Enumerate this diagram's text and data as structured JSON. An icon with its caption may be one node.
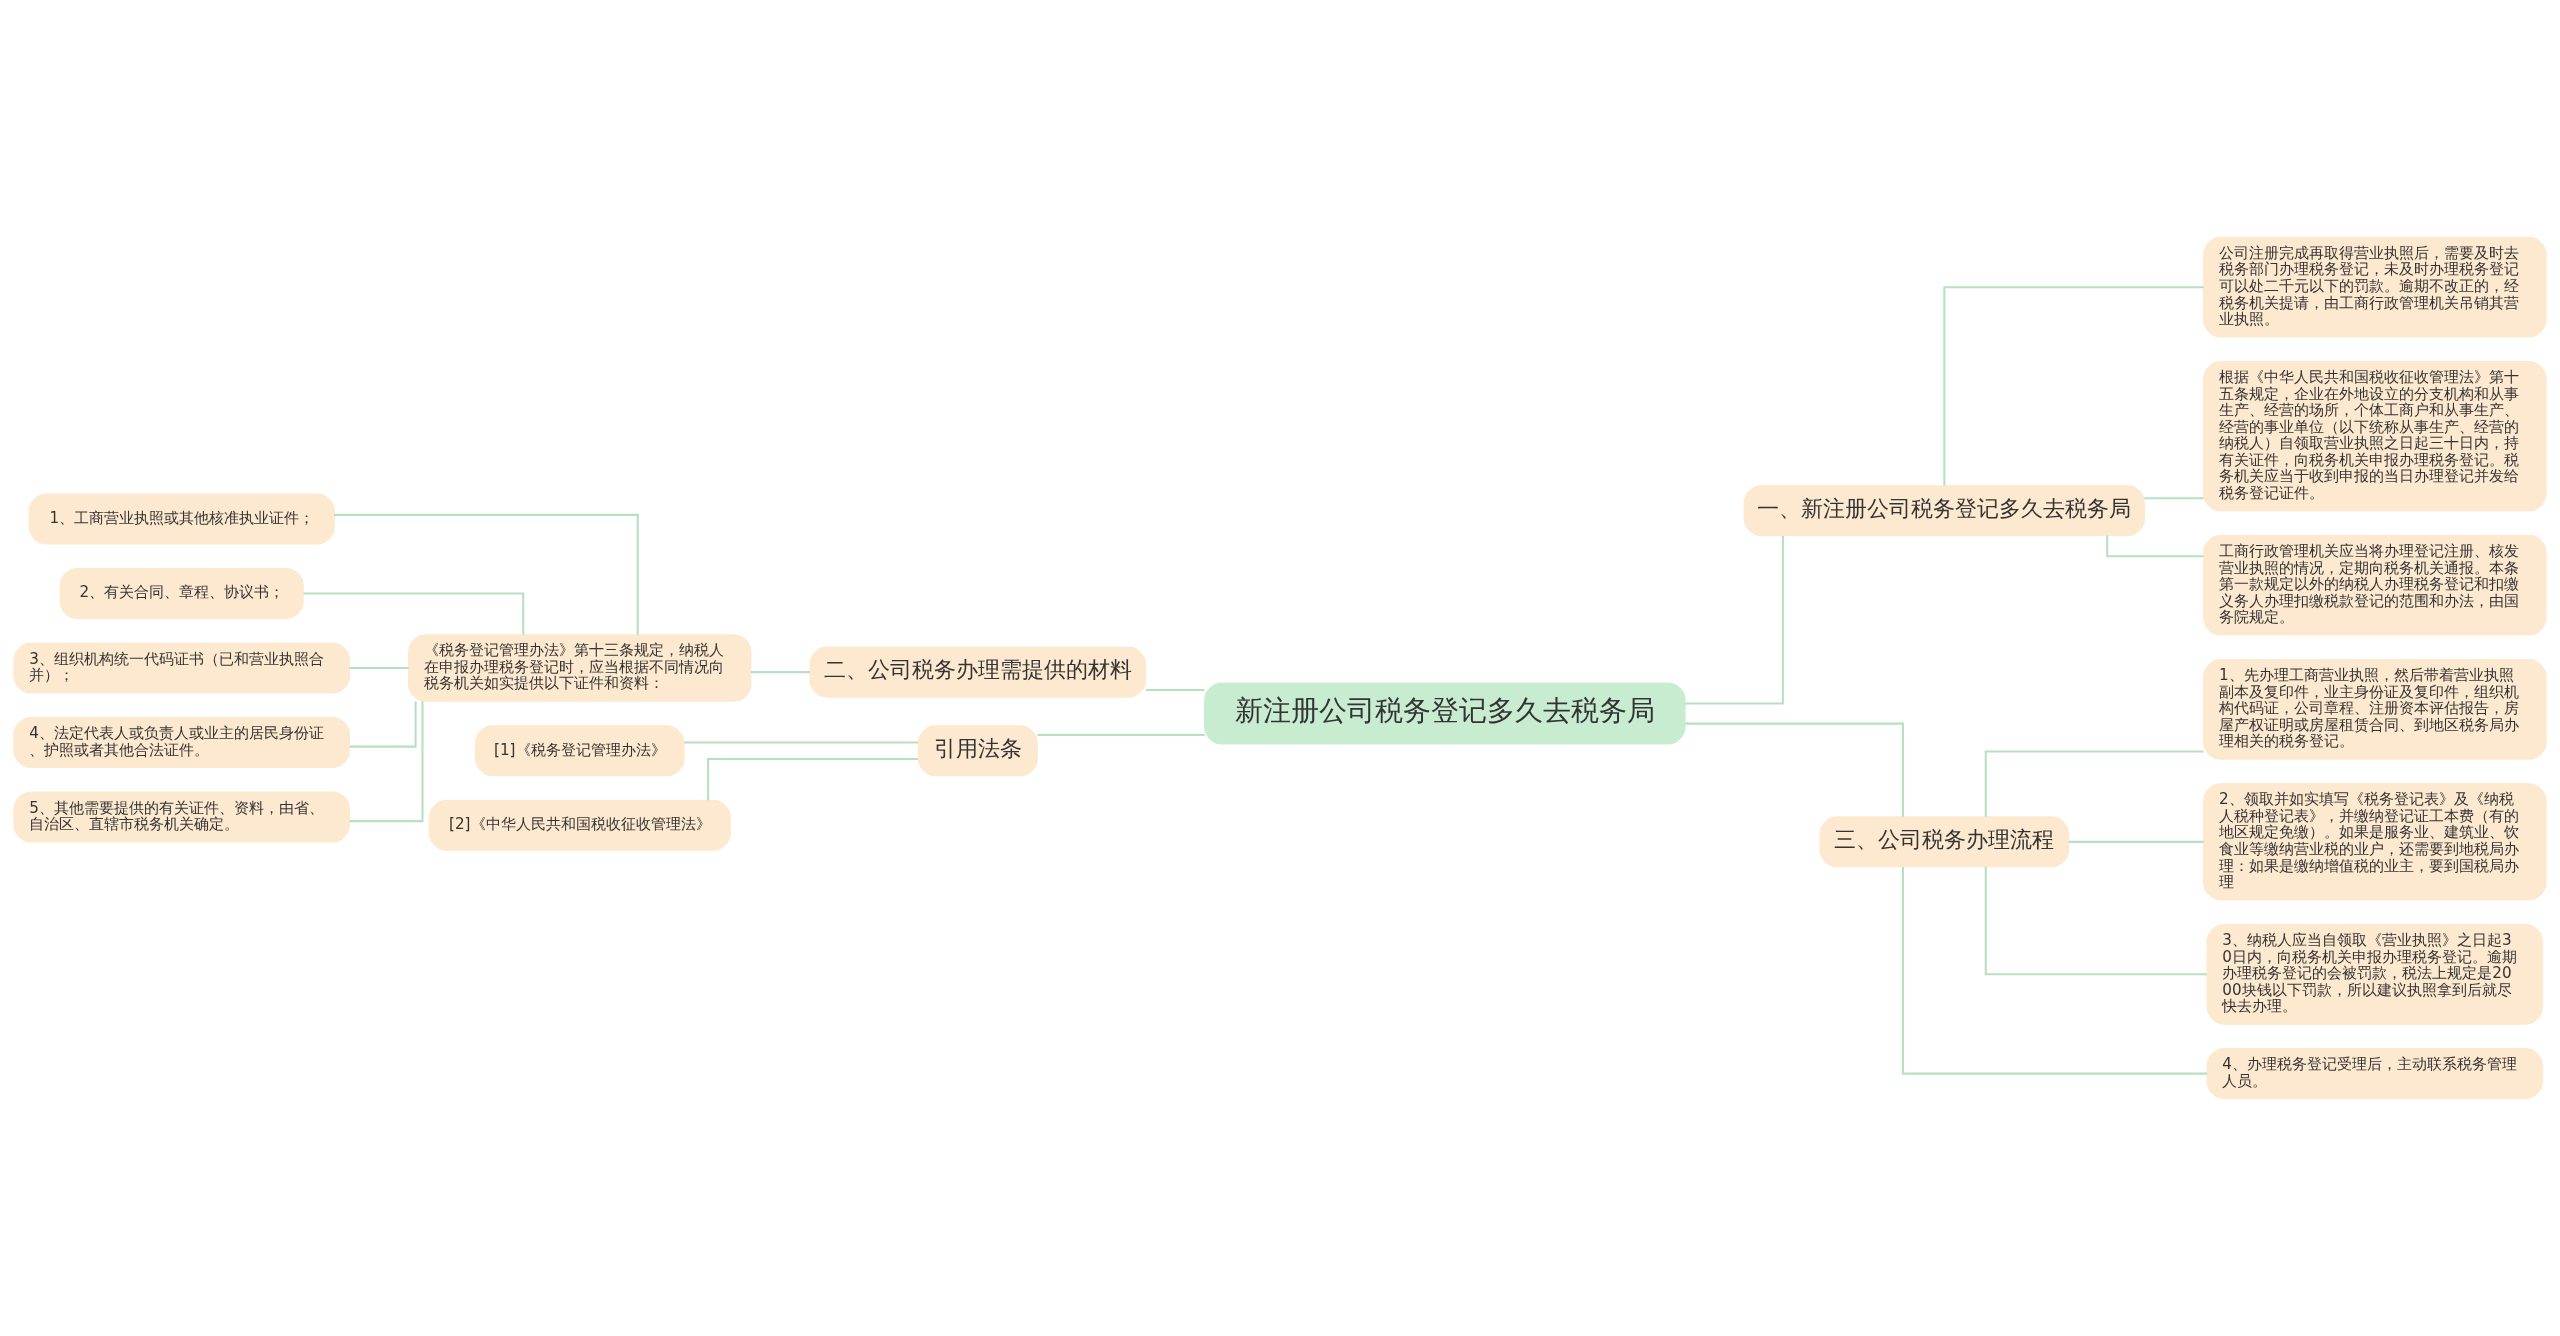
{
  "diagram": {
    "nodes": [
      {
        "text": [
          "新注册公司税务登记多久去税务局"
        ]
      },
      {
        "text": [
          "一、新注册公司税务登记多久去税务局"
        ]
      },
      {
        "text": [
          "公司注册完成再取得营业执照后，需要及时去税务部门办理税务登记，未及时办理税务登记可以处二千元以下的罚款。逾期不改正的，经税务机关提请，由工商行政管理机关吊销其营业执照。"
        ]
      },
      {
        "text": [
          "根据《中华人民共和国税收征收管理法》第十五条规定，企业在外地设立的分支机构和从事生产、经营的场所，个体工商户和从事生产、经营的事业单位（以下统称从事生产、经营的纳税人）自领取营业执照之日起三十日内，持有关证件，向税务机关申报办理税务登记。税务机关应当于收到申报的当日办理登记并发给税务登记证件。"
        ]
      },
      {
        "text": [
          "工商行政管理机关应当将办理登记注册、核发营业执照的情况，定期向税务机关通报。本条第一款规定以外的纳税人办理税务登记和扣缴义务人办理扣缴税款登记的范围和办法，由国务院规定。"
        ]
      },
      {
        "text": [
          "三、公司税务办理流程"
        ]
      },
      {
        "text": [
          "1、先办理工商营业执照，然后带着营业执照副本及复印件，业主身份证及复印件，组织机构代码证，公司章程、注册资本评估报告，房屋产权证明或房屋租赁合同、到地区税务局办理相关的税务登记。"
        ]
      },
      {
        "text": [
          "2、领取并如实填写《税务登记表》及《纳税人税种登记表》，并缴纳登记证工本费（有的地区规定免缴）。如果是服务业、建筑业、饮食业等缴纳营业税的业户，还需要到地税局办理：如果是缴纳增值税的业主，要到国税局办理"
        ]
      },
      {
        "text": [
          "3、纳税人应当自领取《营业执照》之日起30日内，向税务机关申报办理税务登记。逾期办理税务登记的会被罚款，税法上规定是2000块钱以下罚款，所以建议执照拿到后就尽快去办理。"
        ]
      },
      {
        "text": [
          "4、办理税务登记受理后，主动联系税务管理人员。"
        ]
      },
      {
        "text": [
          "二、公司税务办理需提供的材料"
        ]
      },
      {
        "text": [
          "《税务登记管理办法》第十三条规定，纳税人在申报办理税务登记时，应当根据不同情况向税务机关如实提供以下证件和资料："
        ]
      },
      {
        "text": [
          "1、工商营业执照或其他核准执业证件；"
        ]
      },
      {
        "text": [
          "2、有关合同、章程、协议书；"
        ]
      },
      {
        "text": [
          "3、组织机构统一代码证书（已和营业执照合并）；"
        ]
      },
      {
        "text": [
          "4、法定代表人或负责人或业主的居民身份证、护照或者其他合法证件。"
        ]
      },
      {
        "text": [
          "5、其他需要提供的有关证件、资料，由省、自治区、直辖市税务机关确定。"
        ]
      },
      {
        "text": [
          "引用法条"
        ]
      },
      {
        "text": [
          "[1]《税务登记管理办法》"
        ]
      },
      {
        "text": [
          "[2]《中华人民共和国税收征收管理法》"
        ]
      }
    ],
    "edges": [
      {
        "from": 0,
        "to": 1,
        "arrow": "none"
      },
      {
        "from": 1,
        "to": 2,
        "arrow": "none"
      },
      {
        "from": 1,
        "to": 3,
        "arrow": "none"
      },
      {
        "from": 1,
        "to": 4,
        "arrow": "none"
      },
      {
        "from": 0,
        "to": 5,
        "arrow": "none"
      },
      {
        "from": 5,
        "to": 6,
        "arrow": "none"
      },
      {
        "from": 5,
        "to": 7,
        "arrow": "none"
      },
      {
        "from": 5,
        "to": 8,
        "arrow": "none"
      },
      {
        "from": 5,
        "to": 9,
        "arrow": "none"
      },
      {
        "from": 0,
        "to": 10,
        "arrow": "none"
      },
      {
        "from": 10,
        "to": 11,
        "arrow": "none"
      },
      {
        "from": 11,
        "to": 12,
        "arrow": "none"
      },
      {
        "from": 11,
        "to": 13,
        "arrow": "none"
      },
      {
        "from": 11,
        "to": 14,
        "arrow": "none"
      },
      {
        "from": 11,
        "to": 15,
        "arrow": "none"
      },
      {
        "from": 11,
        "to": 16,
        "arrow": "none"
      },
      {
        "from": 0,
        "to": 17,
        "arrow": "none"
      },
      {
        "from": 17,
        "to": 18,
        "arrow": "none"
      },
      {
        "from": 17,
        "to": 19,
        "arrow": "none"
      }
    ]
  }
}
